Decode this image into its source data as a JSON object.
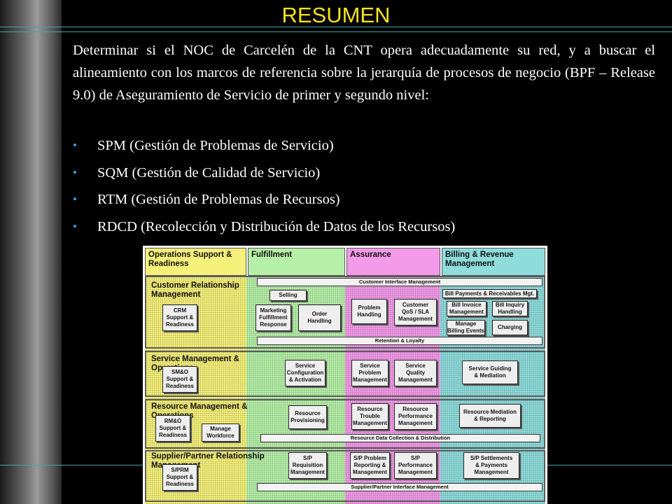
{
  "slide": {
    "title": "RESUMEN",
    "paragraph": "Determinar si el NOC de Carcelén de la CNT opera adecuadamente su red, y a buscar el alineamiento con los marcos de referencia sobre la jerarquía de procesos de negocio (BPF – Release 9.0) de Aseguramiento de Servicio de primer y segundo nivel:",
    "bullet_symbol": "•",
    "bullets": [
      "SPM (Gestión de Problemas de Servicio)",
      "SQM (Gestión de Calidad de Servicio)",
      "RTM (Gestión de Problemas de Recursos)",
      "RDCD (Recolección y Distribución de Datos de los Recursos)"
    ],
    "colors": {
      "title": "#f5e21f",
      "bullet": "#2aa7ee",
      "text": "#ffffff",
      "background": "#000000"
    }
  },
  "diagram": {
    "headers": {
      "osr": "Operations Support & Readiness",
      "fulfillment": "Fulfillment",
      "assurance": "Assurance",
      "billing": "Billing & Revenue Management"
    },
    "header_colors": {
      "osr": "#f5f07a",
      "fulfillment": "#b6f0a8",
      "assurance": "#f39ae8",
      "billing": "#8fdcdc"
    },
    "rows": {
      "crm": "Customer Relationship Management",
      "smo": "Service Management & Operations",
      "rmo": "Resource Management & Operations",
      "sprm": "Supplier/Partner Relationship Management"
    },
    "boxes": {
      "crm_support": "CRM\nSupport &\nReadiness",
      "selling": "Selling",
      "marketing": "Marketing\nFulfillment\nResponse",
      "order_handling": "Order\nHandling",
      "problem_handling": "Problem\nHandling",
      "customer_qos": "Customer\nQoS / SLA\nManagement",
      "bill_payments": "Bill Payments & Receivables Mgt.",
      "bill_invoice": "Bill Invoice\nManagement",
      "bill_inquiry": "Bill Inquiry\nHandling",
      "manage_billing": "Manage\nBilling Events",
      "charging": "Charging",
      "smo_support": "SM&O\nSupport &\nReadiness",
      "service_config": "Service\nConfiguration\n& Activation",
      "service_problem": "Service\nProblem\nManagement",
      "service_quality": "Service\nQuality\nManagement",
      "service_guiding": "Service Guiding\n& Mediation",
      "rmo_support": "RM&O\nSupport &\nReadiness",
      "manage_workforce": "Manage\nWorkforce",
      "resource_provisioning": "Resource\nProvisioning",
      "resource_trouble": "Resource\nTrouble\nManagement",
      "resource_performance": "Resource\nPerformance\nManagement",
      "resource_mediation": "Resource Mediation\n& Reporting",
      "sprm_support": "S/PRM\nSupport &\nReadiness",
      "sp_requisition": "S/P\nRequisition\nManagement",
      "sp_problem": "S/P Problem\nReporting &\nManagement",
      "sp_performance": "S/P\nPerformance\nManagement",
      "sp_settlements": "S/P Settlements\n& Payments\nManagement"
    },
    "bars": {
      "customer_interface": "Customer Interface Management",
      "retention": "Retention & Loyalty",
      "resource_data": "Resource Data Collection & Distribution",
      "supplier_interface": "Supplier/Partner Interface Management"
    }
  }
}
